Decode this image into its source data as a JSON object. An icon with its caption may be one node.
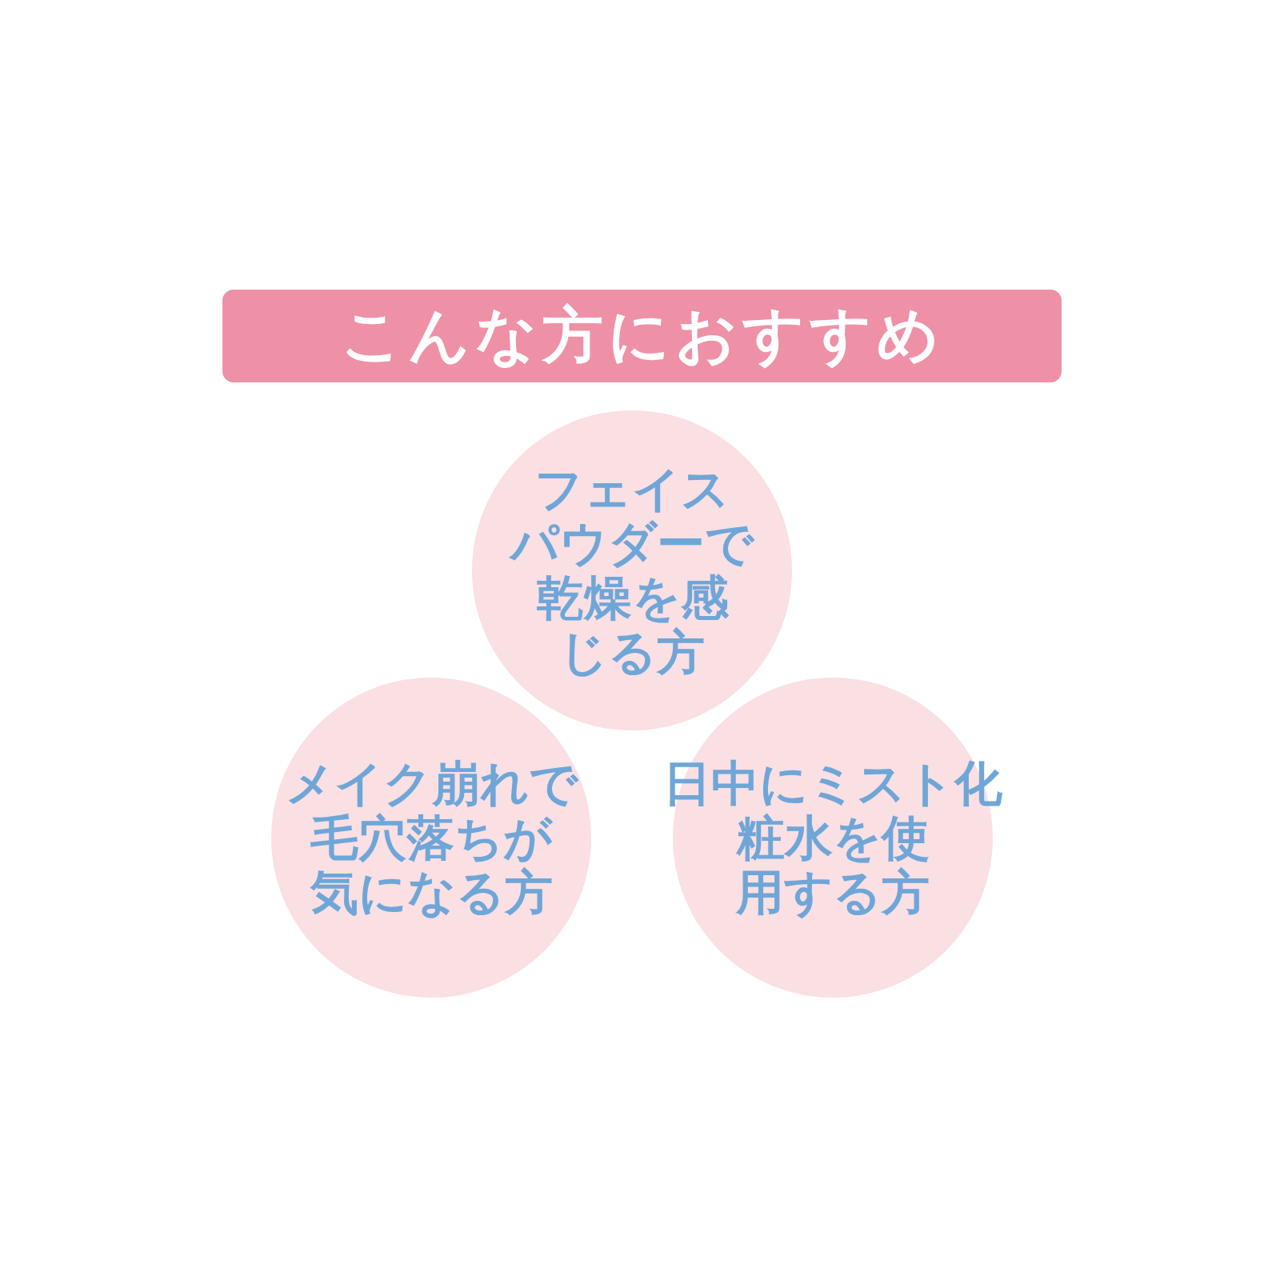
{
  "diagram": {
    "title": "こんな方におすすめ",
    "nodes": [
      {
        "text": [
          "フェイスパウダーで乾燥を感じる方"
        ]
      },
      {
        "text": [
          "メイク崩れで毛穴落ちが気になる方"
        ]
      },
      {
        "text": [
          "日中にミスト化粧水を使用する方"
        ]
      }
    ]
  }
}
